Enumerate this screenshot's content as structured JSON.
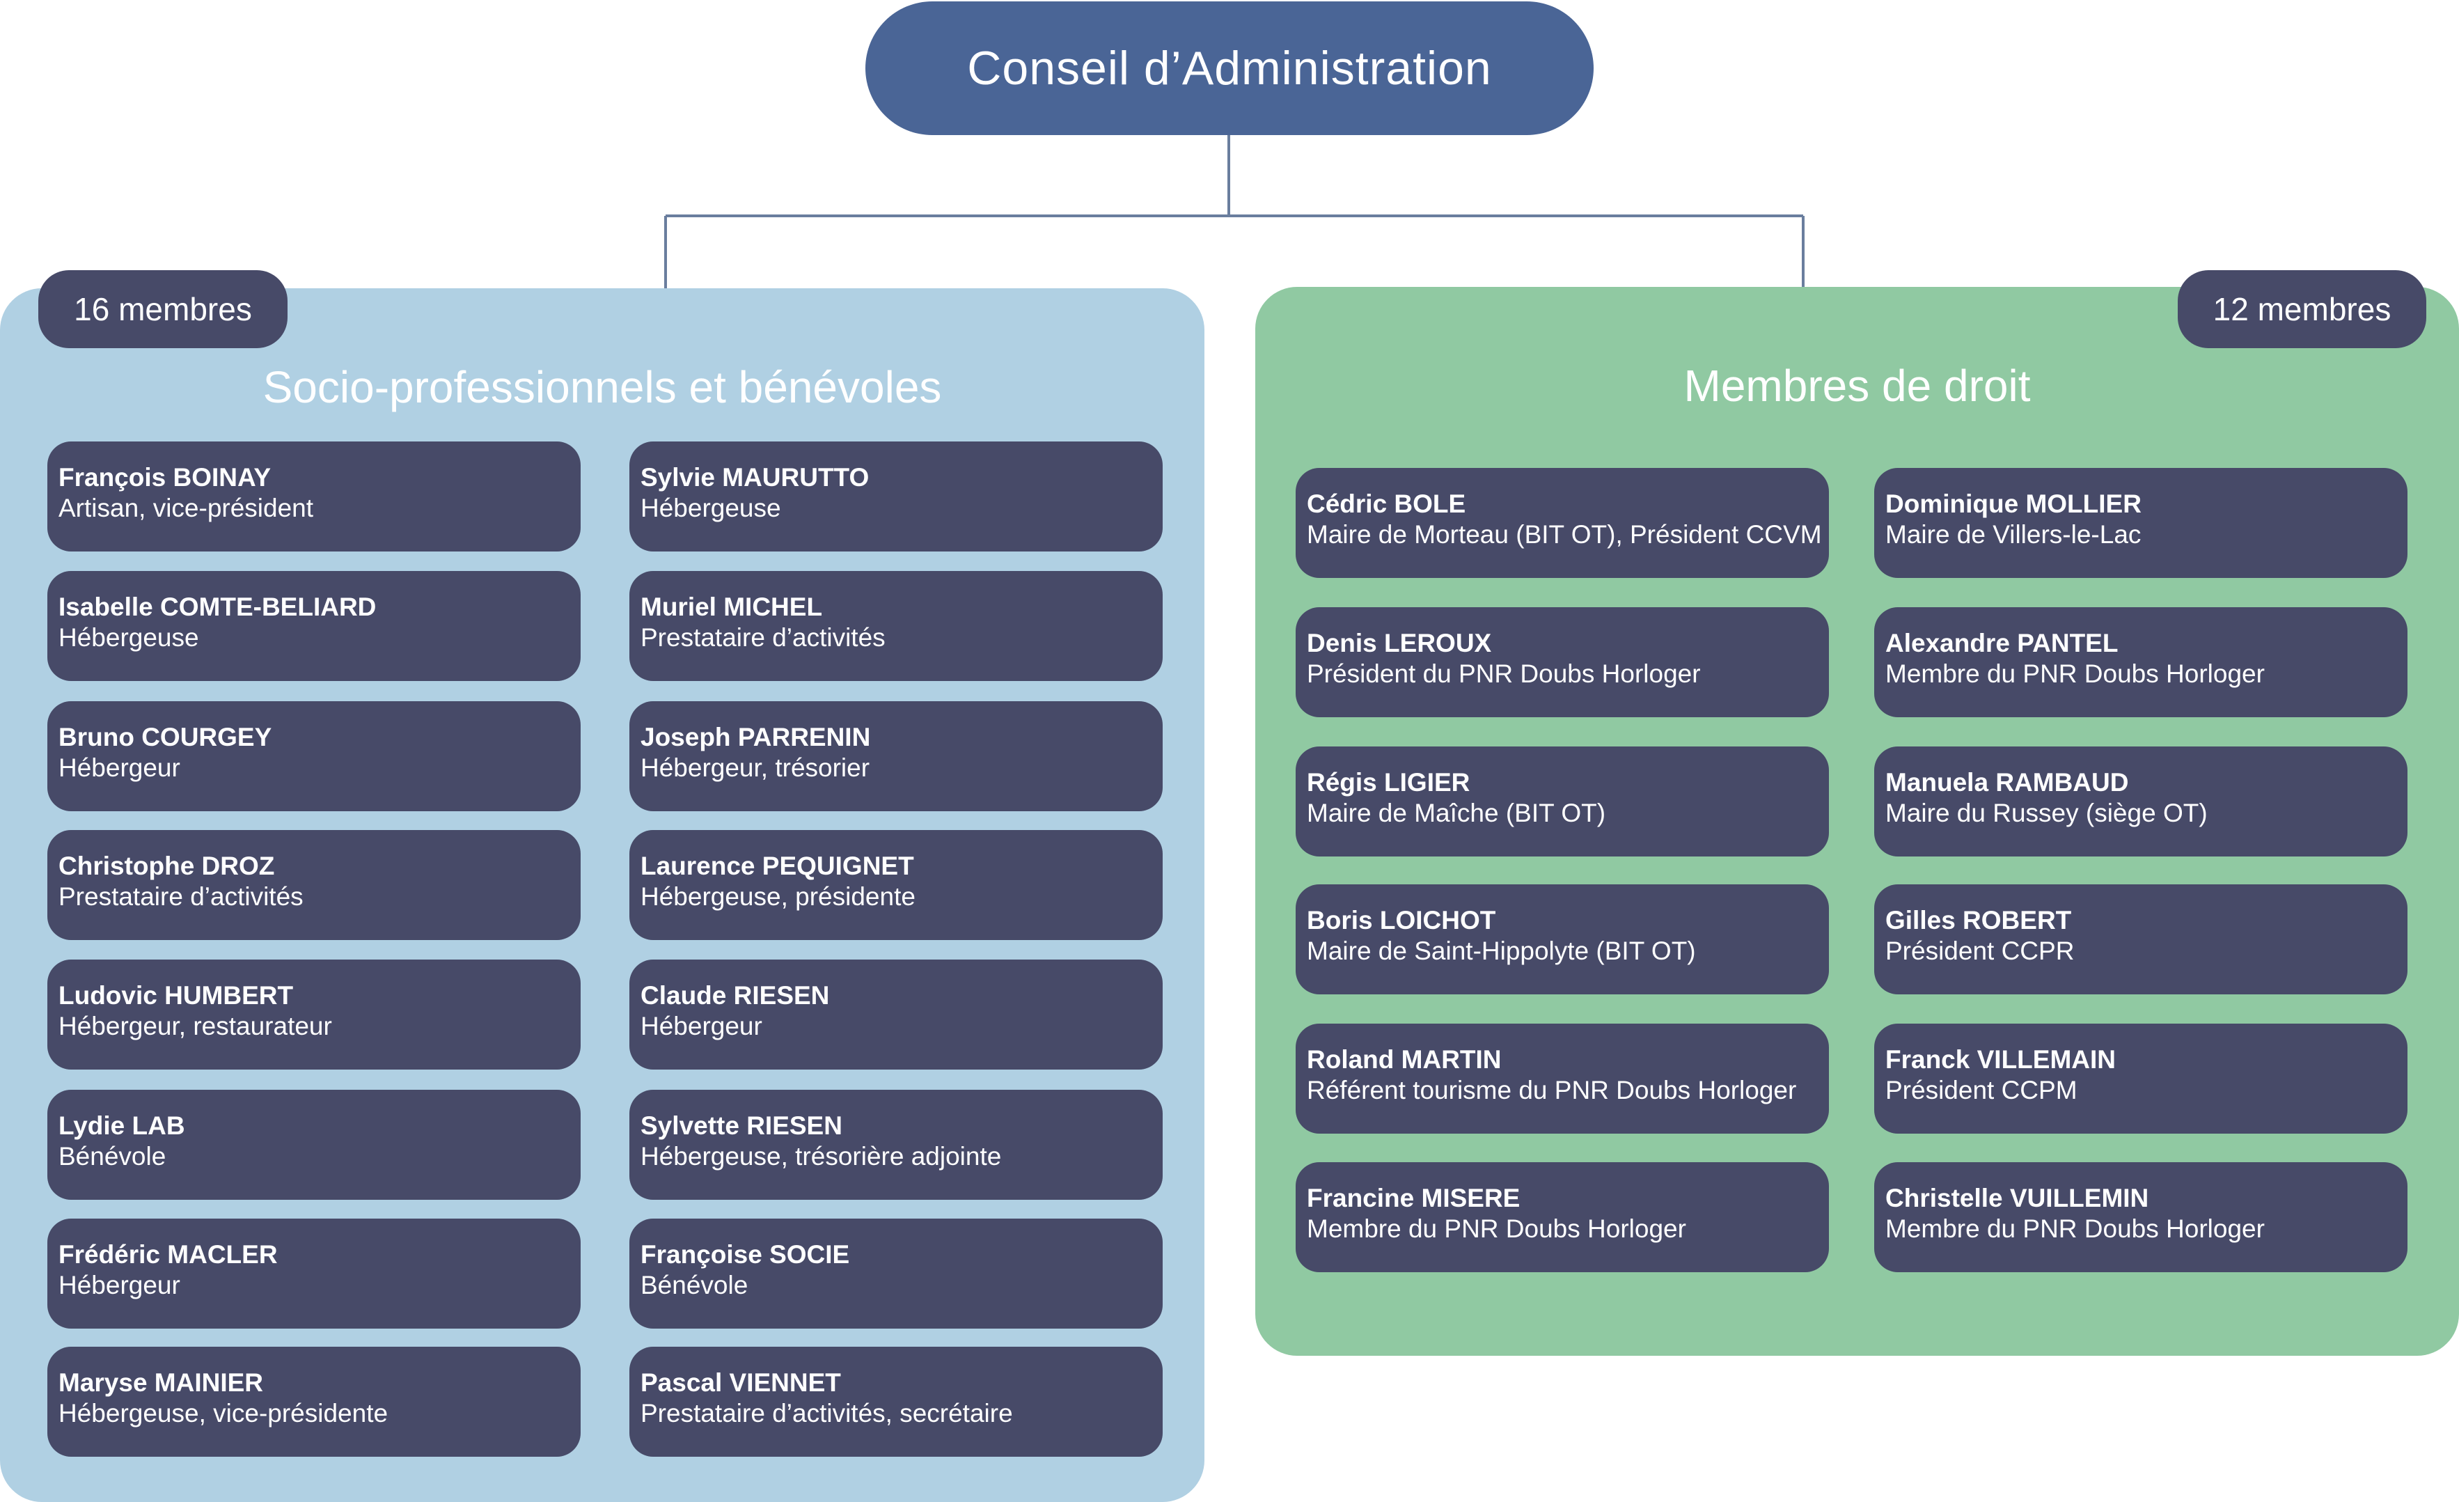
{
  "colors": {
    "root": "#4a6596",
    "card": "#474a68",
    "left_panel": "#b0d0e3",
    "right_panel": "#90c9a2",
    "count_tab": "#474a68",
    "connector": "#6a7e9e"
  },
  "root": {
    "label": "Conseil d’Administration"
  },
  "groups": [
    {
      "id": "left",
      "title": "Socio-professionnels et bénévoles",
      "count": "16 membres",
      "members": [
        {
          "name": "François BOINAY",
          "role": "Artisan, vice-président"
        },
        {
          "name": "Isabelle COMTE-BELIARD",
          "role": "Hébergeuse"
        },
        {
          "name": "Bruno COURGEY",
          "role": "Hébergeur"
        },
        {
          "name": "Christophe DROZ",
          "role": "Prestataire d’activités"
        },
        {
          "name": "Ludovic HUMBERT",
          "role": "Hébergeur, restaurateur"
        },
        {
          "name": "Lydie LAB",
          "role": "Bénévole"
        },
        {
          "name": "Frédéric MACLER",
          "role": "Hébergeur"
        },
        {
          "name": "Maryse MAINIER",
          "role": "Hébergeuse, vice-présidente"
        },
        {
          "name": "Sylvie MAURUTTO",
          "role": "Hébergeuse"
        },
        {
          "name": "Muriel MICHEL",
          "role": "Prestataire d’activités"
        },
        {
          "name": "Joseph PARRENIN",
          "role": "Hébergeur, trésorier"
        },
        {
          "name": "Laurence PEQUIGNET",
          "role": "Hébergeuse, présidente"
        },
        {
          "name": "Claude RIESEN",
          "role": "Hébergeur"
        },
        {
          "name": "Sylvette RIESEN",
          "role": "Hébergeuse, trésorière adjointe"
        },
        {
          "name": "Françoise SOCIE",
          "role": "Bénévole"
        },
        {
          "name": "Pascal VIENNET",
          "role": "Prestataire d’activités, secrétaire"
        }
      ]
    },
    {
      "id": "right",
      "title": "Membres de droit",
      "count": "12 membres",
      "members": [
        {
          "name": "Cédric BOLE",
          "role": "Maire de Morteau (BIT OT), Président CCVM"
        },
        {
          "name": "Denis LEROUX",
          "role": "Président du PNR Doubs Horloger"
        },
        {
          "name": "Régis LIGIER",
          "role": "Maire de Maîche (BIT OT)"
        },
        {
          "name": "Boris LOICHOT",
          "role": "Maire de Saint-Hippolyte (BIT OT)"
        },
        {
          "name": "Roland MARTIN",
          "role": "Référent tourisme du PNR Doubs Horloger"
        },
        {
          "name": "Francine MISERE",
          "role": "Membre du PNR Doubs Horloger"
        },
        {
          "name": "Dominique MOLLIER",
          "role": "Maire de Villers-le-Lac"
        },
        {
          "name": "Alexandre PANTEL",
          "role": "Membre du PNR Doubs Horloger"
        },
        {
          "name": "Manuela RAMBAUD",
          "role": "Maire du Russey (siège OT)"
        },
        {
          "name": "Gilles ROBERT",
          "role": "Président CCPR"
        },
        {
          "name": "Franck VILLEMAIN",
          "role": "Président CCPM"
        },
        {
          "name": "Christelle VUILLEMIN",
          "role": "Membre du PNR Doubs Horloger"
        }
      ]
    }
  ]
}
